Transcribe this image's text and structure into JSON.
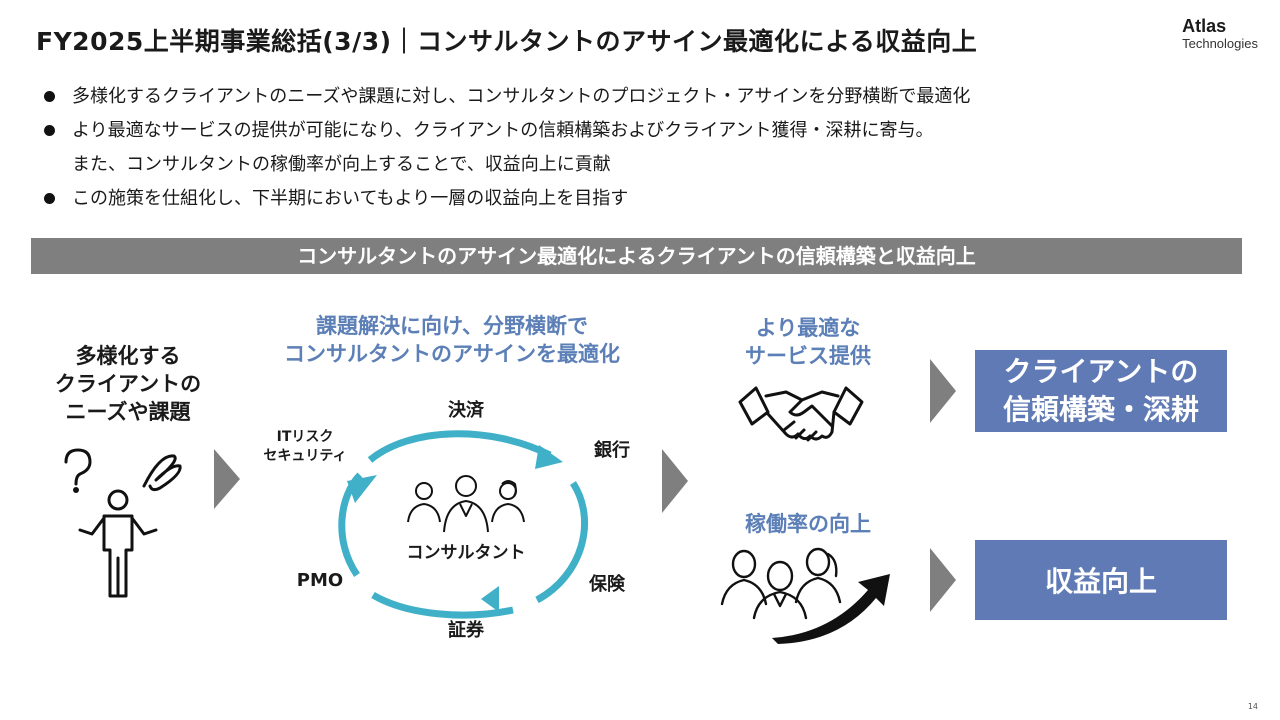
{
  "header": {
    "title": "FY2025上半期事業総括(3/3)｜コンサルタントのアサイン最適化による収益向上",
    "logo_line1": "Atlas",
    "logo_line2": "Technologies"
  },
  "bullets": [
    "多様化するクライアントのニーズや課題に対し、コンサルタントのプロジェクト・アサインを分野横断で最適化",
    "より最適なサービスの提供が可能になり、クライアントの信頼構築およびクライアント獲得・深耕に寄与。",
    "また、コンサルタントの稼働率が向上することで、収益向上に貢献",
    "この施策を仕組化し、下半期においてもより一層の収益向上を目指す"
  ],
  "banner": "コンサルタントのアサイン最適化によるクライアントの信頼構築と収益向上",
  "diagram": {
    "needs": [
      "多様化する",
      "クライアントの",
      "ニーズや課題"
    ],
    "optimize": [
      "課題解決に向け、分野横断で",
      "コンサルタントのアサインを最適化"
    ],
    "cycle_nodes": {
      "settlement": "決済",
      "bank": "銀行",
      "it_risk": [
        "ITリスク",
        "セキュリティ"
      ],
      "pmo": "PMO",
      "insurance": "保険",
      "securities": "証券",
      "consultant": "コンサルタント"
    },
    "service": [
      "より最適な",
      "サービス提供"
    ],
    "utilization": "稼働率の向上",
    "outcome_trust": [
      "クライアントの",
      "信頼構築・深耕"
    ],
    "outcome_revenue": "収益向上"
  },
  "page_number": "14",
  "colors": {
    "accent_text": "#5b7fb6",
    "box_fill": "#5f7ab4",
    "banner_fill": "#7f7f7f",
    "cycle_arrow": "#3fb0c7",
    "chevron": "#7f7f7f"
  },
  "icons": [
    "person-question-icon",
    "consultant-group-icon",
    "handshake-icon",
    "team-growth-arrow-icon",
    "chevron-right-icon"
  ]
}
